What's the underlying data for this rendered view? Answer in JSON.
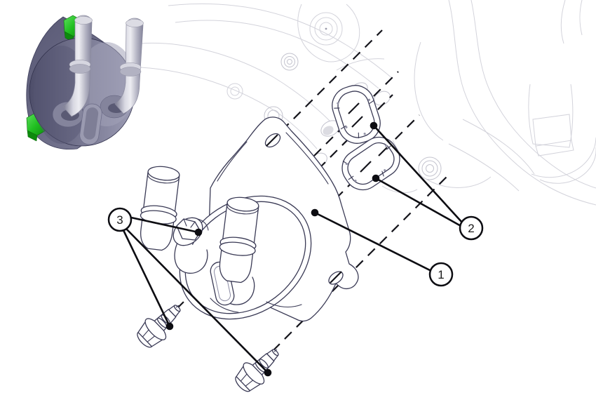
{
  "diagram": {
    "type": "exploded-parts-diagram",
    "callouts": [
      {
        "label": "1",
        "depicts": "oil-cooler-body"
      },
      {
        "label": "2",
        "depicts": "port-seals"
      },
      {
        "label": "3",
        "depicts": "flange-bolts"
      }
    ],
    "colors": {
      "background": "#ffffff",
      "part_line": "#3a3a55",
      "trail_line": "#15151c",
      "leader_line": "#0d0d12",
      "engine_outline": "#d3d3db",
      "thumbnail_body": "#74748e",
      "thumbnail_pipe": "#c6c6d2",
      "thumbnail_bolt_green": "#21bf21"
    }
  }
}
